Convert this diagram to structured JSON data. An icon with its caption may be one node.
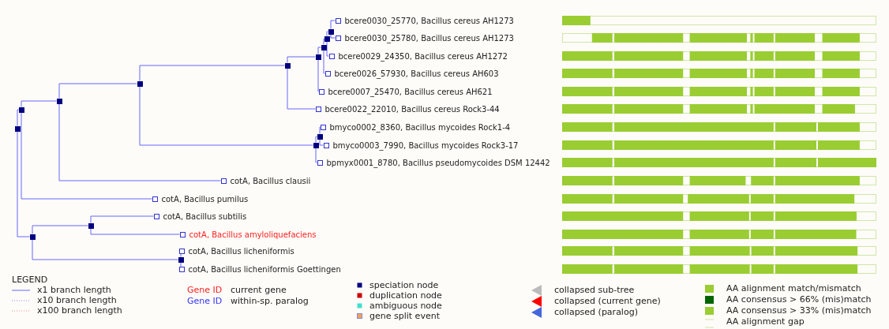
{
  "diagram": {
    "nodes": [
      {
        "text": [
          "bcere0030_25770, Bacillus cereus AH1273"
        ]
      },
      {
        "text": [
          "bcere0030_25780, Bacillus cereus AH1273"
        ]
      },
      {
        "text": [
          "bcere0029_24350, Bacillus cereus AH1272"
        ]
      },
      {
        "text": [
          "bcere0026_57930, Bacillus cereus AH603"
        ]
      },
      {
        "text": [
          "bcere0007_25470, Bacillus cereus AH621"
        ]
      },
      {
        "text": [
          "bcere0022_22010, Bacillus cereus Rock3-44"
        ]
      },
      {
        "text": [
          "bmyco0002_8360, Bacillus mycoides Rock1-4"
        ]
      },
      {
        "text": [
          "bmyco0003_7990, Bacillus mycoides Rock3-17"
        ]
      },
      {
        "text": [
          "bpmyx0001_8780, Bacillus pseudomycoides DSM 12442"
        ]
      },
      {
        "text": [
          "cotA, Bacillus clausii"
        ]
      },
      {
        "text": [
          "cotA, Bacillus pumilus"
        ]
      },
      {
        "text": [
          "cotA, Bacillus subtilis"
        ]
      },
      {
        "text": [
          "cotA, Bacillus amyloliquefaciens"
        ]
      },
      {
        "text": [
          "cotA, Bacillus licheniformis"
        ]
      },
      {
        "text": [
          "cotA, Bacillus licheniformis Goettingen"
        ]
      },
      {
        "text": [],
        "shape": "box"
      },
      {
        "text": [],
        "shape": "box"
      },
      {
        "text": [],
        "shape": "box"
      },
      {
        "text": [],
        "shape": "box"
      },
      {
        "text": [],
        "shape": "box"
      },
      {
        "text": [],
        "shape": "box"
      },
      {
        "text": [],
        "shape": "box"
      },
      {
        "text": [],
        "shape": "box"
      },
      {
        "text": [],
        "shape": "box"
      },
      {
        "text": [],
        "shape": "box"
      },
      {
        "text": [],
        "shape": "box"
      },
      {
        "text": [],
        "shape": "box"
      },
      {
        "text": [],
        "shape": "box"
      },
      {
        "text": [],
        "shape": "box"
      }
    ],
    "edges": [
      {
        "from": 15,
        "to": 16,
        "arrow": "none"
      },
      {
        "from": 15,
        "to": 26,
        "arrow": "none"
      },
      {
        "from": 16,
        "to": 17,
        "arrow": "none"
      },
      {
        "from": 16,
        "to": 10,
        "arrow": "none"
      },
      {
        "from": 17,
        "to": 18,
        "arrow": "none"
      },
      {
        "from": 17,
        "to": 9,
        "arrow": "none"
      },
      {
        "from": 18,
        "to": 19,
        "arrow": "none"
      },
      {
        "from": 18,
        "to": 24,
        "arrow": "none"
      },
      {
        "from": 19,
        "to": 20,
        "arrow": "none"
      },
      {
        "from": 19,
        "to": 5,
        "arrow": "none"
      },
      {
        "from": 20,
        "to": 21,
        "arrow": "none"
      },
      {
        "from": 20,
        "to": 4,
        "arrow": "none"
      },
      {
        "from": 21,
        "to": 22,
        "arrow": "none"
      },
      {
        "from": 21,
        "to": 3,
        "arrow": "none"
      },
      {
        "from": 22,
        "to": 23,
        "arrow": "none"
      },
      {
        "from": 22,
        "to": 2,
        "arrow": "none"
      },
      {
        "from": 23,
        "to": 0,
        "arrow": "none"
      },
      {
        "from": 23,
        "to": 1,
        "arrow": "none"
      },
      {
        "from": 24,
        "to": 25,
        "arrow": "none"
      },
      {
        "from": 24,
        "to": 8,
        "arrow": "none"
      },
      {
        "from": 25,
        "to": 6,
        "arrow": "none"
      },
      {
        "from": 25,
        "to": 7,
        "arrow": "none"
      },
      {
        "from": 26,
        "to": 27,
        "arrow": "none"
      },
      {
        "from": 26,
        "to": 28,
        "arrow": "none"
      },
      {
        "from": 27,
        "to": 11,
        "arrow": "none"
      },
      {
        "from": 27,
        "to": 12,
        "arrow": "none"
      },
      {
        "from": 28,
        "to": 13,
        "arrow": "none"
      },
      {
        "from": 28,
        "to": 14,
        "arrow": "none"
      }
    ],
    "labels": [
      "LEGEND",
      "Gene ID",
      "Gene ID"
    ],
    "legend": [
      {
        "text": "x1 branch length"
      },
      {
        "text": "x10 branch length"
      },
      {
        "text": "x100 branch length"
      },
      {
        "text": "current gene",
        "color": "#ff2020"
      },
      {
        "text": "within-sp. paralog",
        "color": "#3333ff"
      },
      {
        "text": "speciation node",
        "color": "#000080"
      },
      {
        "text": "duplication node",
        "color": "#cc0000"
      },
      {
        "text": "ambiguous node",
        "color": "#40e0d0"
      },
      {
        "text": "gene split event",
        "color": "#f0a060"
      },
      {
        "text": "collapsed sub-tree"
      },
      {
        "text": "collapsed (current gene)"
      },
      {
        "text": "collapsed (paralog)"
      },
      {
        "text": "AA alignment match/mismatch",
        "color": "#9acd32"
      },
      {
        "text": "AA consensus > 66% (mis)match",
        "color": "#006400"
      },
      {
        "text": "AA consensus > 33% (mis)match",
        "color": "#9acd32"
      },
      {
        "text": "AA alignment gap"
      }
    ]
  }
}
